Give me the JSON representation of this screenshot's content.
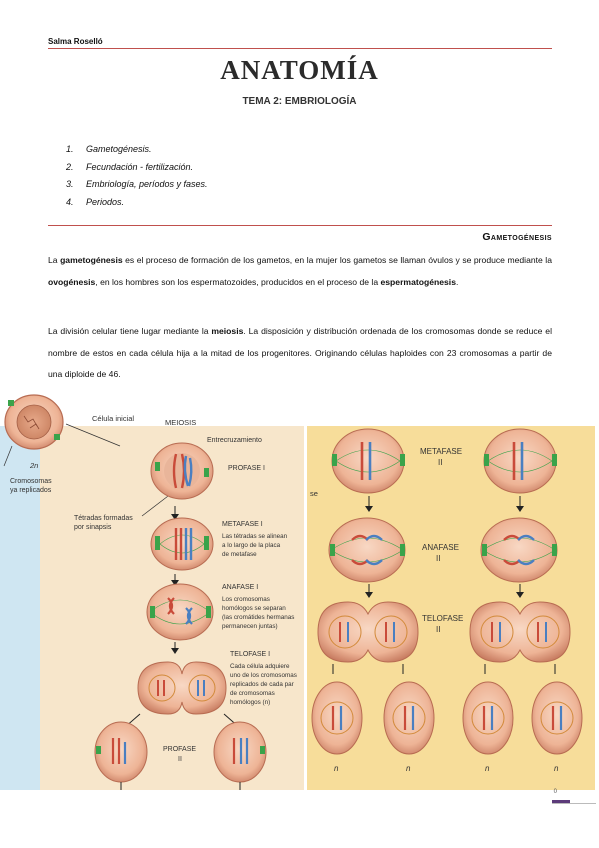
{
  "header": {
    "author": "Salma Roselló"
  },
  "title": "ANATOMÍA",
  "subtitle": "TEMA 2: EMBRIOLOGÍA",
  "toc": [
    {
      "num": "1.",
      "label": "Gametogénesis."
    },
    {
      "num": "2.",
      "label": "Fecundación - fertilización."
    },
    {
      "num": "3.",
      "label": "Embriología, períodos y fases."
    },
    {
      "num": "4.",
      "label": "Periodos."
    }
  ],
  "section_title": "Gametogénesis",
  "paragraph1": {
    "t1": "La ",
    "b1": "gametogénesis",
    "t2": " es el proceso de formación de los gametos, en la mujer los gametos se llaman óvulos y se produce mediante la ",
    "b2": "ovogénesis",
    "t3": ", en los hombres son los espermatozoides, producidos en el proceso de la ",
    "b3": "espermatogénesis",
    "t4": "."
  },
  "paragraph2": {
    "t1": "La división celular tiene lugar mediante la ",
    "b1": "meiosis",
    "t2": ". La disposición y distribución ordenada de los cromosomas donde se reduce el  nombre de estos en cada célula hija a la mitad de los progenitores. Originando células haploides con 23 cromosomas a partir de una diploide de 46."
  },
  "figure": {
    "cell_label": "Célula inicial",
    "meiosis": "MEIOSIS",
    "entrecruzamiento": "Entrecruzamiento",
    "profase1": "PROFASE I",
    "two_n": "2n",
    "cromosomas": [
      "Cromosomas",
      "ya replicados"
    ],
    "tetradas": [
      "Tétradas formadas",
      "por sinapsis"
    ],
    "metafase1": "METAFASE I",
    "metafase1_desc": [
      "Las tétradas se alinean",
      "a lo largo de la placa",
      "de metafase"
    ],
    "anafase1": "ANAFASE I",
    "anafase1_desc": [
      "Los cromosomas",
      "homólogos se separan",
      "(las cromátides hermanas",
      "permanecen juntas)"
    ],
    "telofase1": "TELOFASE I",
    "telofase1_desc": [
      "Cada célula adquiere",
      "uno de los cromosomas",
      "replicados de cada par",
      "de cromosomas",
      "homólogos (n)"
    ],
    "profase2": [
      "PROFASE",
      "II"
    ],
    "metafase2": [
      "METAFASE",
      "II"
    ],
    "anafase2": [
      "ANAFASE",
      "II"
    ],
    "telofase2": [
      "TELOFASE",
      "II"
    ],
    "n_label": "n",
    "cut_text": "se"
  },
  "page_number": "0",
  "colors": {
    "accent_rule": "#c0504d",
    "figure_left_bg": "#f7e6cb",
    "figure_right_bg": "#f7dd9a",
    "figure_strip": "#cfe6f2"
  }
}
